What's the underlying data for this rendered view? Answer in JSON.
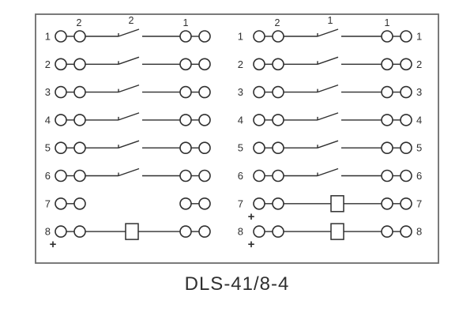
{
  "caption": "DLS-41/8-4",
  "colors": {
    "line": "#2f2f2f",
    "border": "#6b6b6b",
    "background": "#ffffff"
  },
  "diagram": {
    "blocks": [
      {
        "side": "left",
        "end_numbers": false,
        "rows": [
          {
            "num": "1",
            "kind": "switch",
            "labels": {
              "pair_left": "2",
              "switch": "2",
              "pair_right": "1"
            }
          },
          {
            "num": "2",
            "kind": "switch"
          },
          {
            "num": "3",
            "kind": "switch"
          },
          {
            "num": "4",
            "kind": "switch"
          },
          {
            "num": "5",
            "kind": "switch"
          },
          {
            "num": "6",
            "kind": "switch"
          },
          {
            "num": "7",
            "kind": "open"
          },
          {
            "num": "8",
            "kind": "coil",
            "plus": true
          }
        ]
      },
      {
        "side": "right",
        "end_numbers": true,
        "rows": [
          {
            "num": "1",
            "kind": "switch",
            "labels": {
              "pair_left": "2",
              "switch": "1",
              "pair_right": "1"
            }
          },
          {
            "num": "2",
            "kind": "switch"
          },
          {
            "num": "3",
            "kind": "switch"
          },
          {
            "num": "4",
            "kind": "switch"
          },
          {
            "num": "5",
            "kind": "switch"
          },
          {
            "num": "6",
            "kind": "switch"
          },
          {
            "num": "7",
            "kind": "coil",
            "plus": true
          },
          {
            "num": "8",
            "kind": "coil",
            "plus": true
          }
        ]
      }
    ]
  }
}
